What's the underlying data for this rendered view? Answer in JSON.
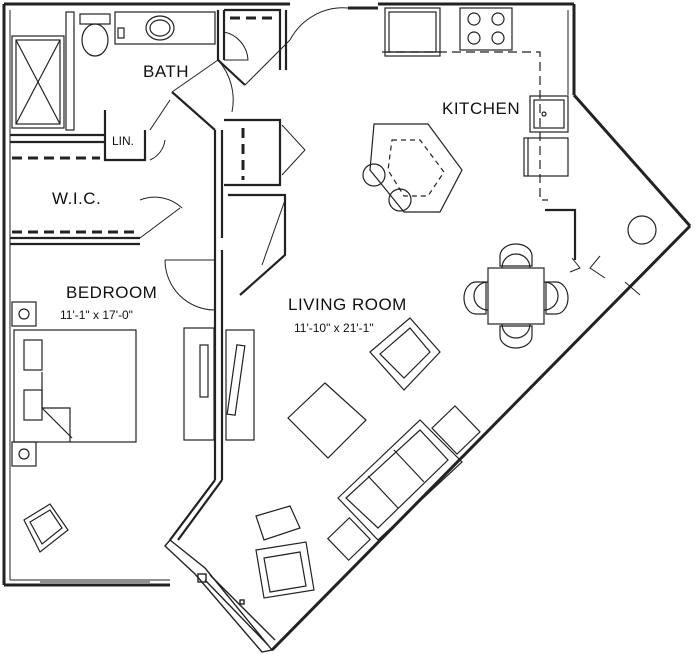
{
  "rooms": {
    "bath": {
      "name": "BATH"
    },
    "kitchen": {
      "name": "KITCHEN"
    },
    "linen": {
      "name": "LIN."
    },
    "walk_in_closet": {
      "name": "W.I.C."
    },
    "bedroom": {
      "name": "BEDROOM",
      "dimensions": "11'-1\" x 17'-0\""
    },
    "living_room": {
      "name": "LIVING ROOM",
      "dimensions": "11'-10\" x 21'-1\""
    }
  }
}
